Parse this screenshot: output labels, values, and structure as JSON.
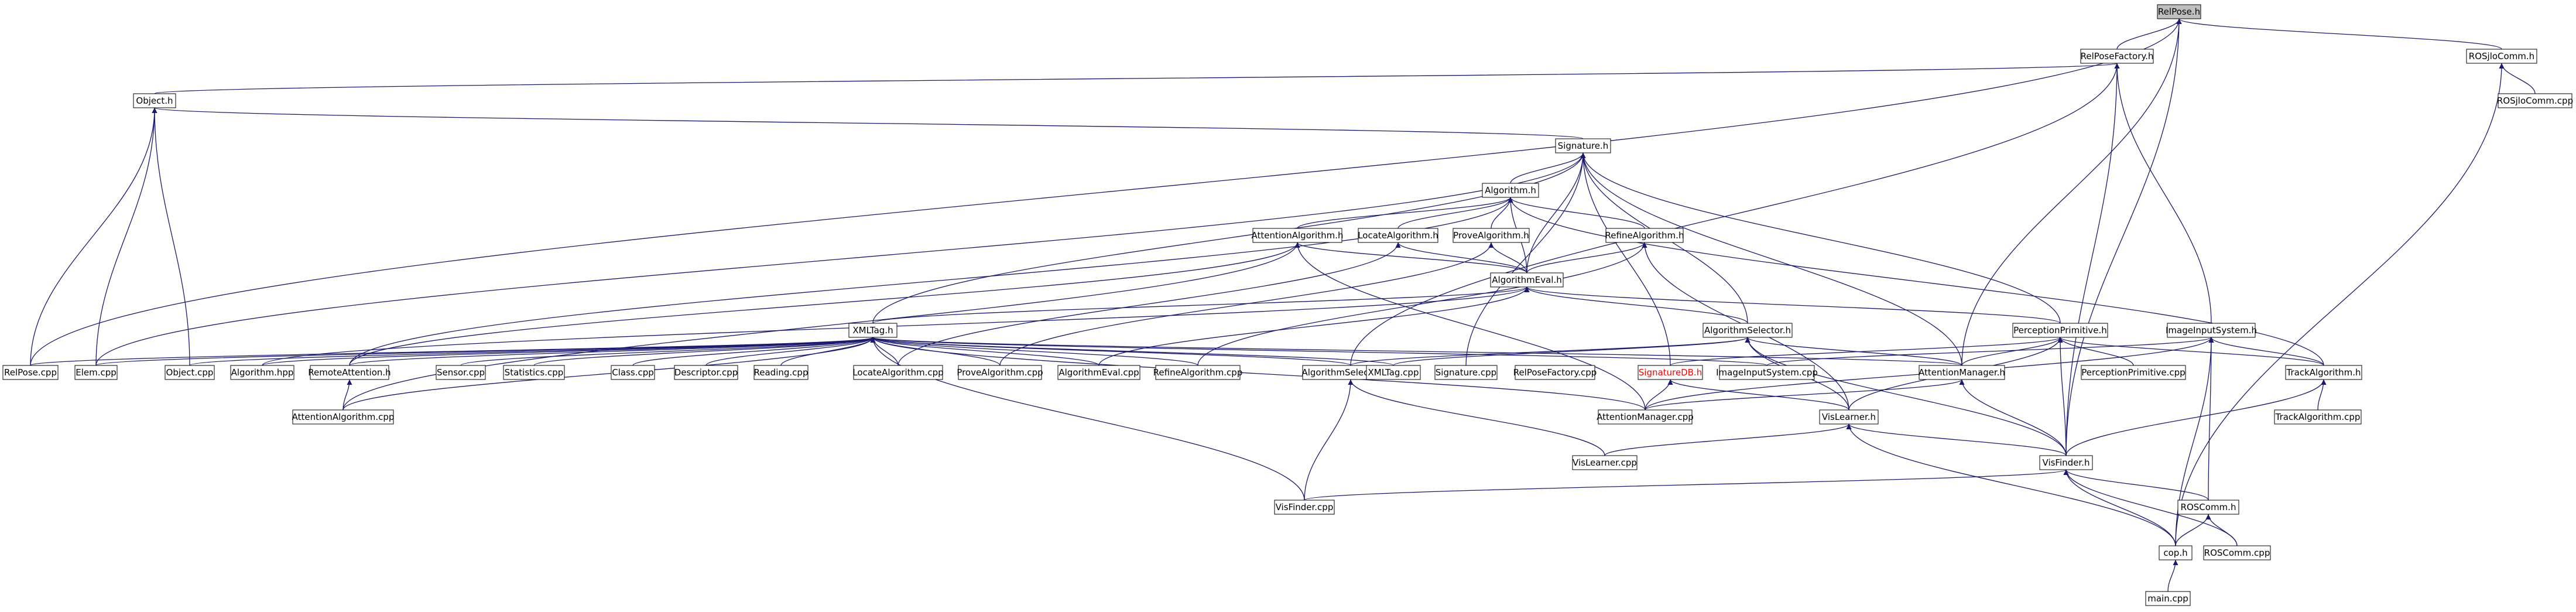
{
  "colors": {
    "edge": "#191970",
    "node_border": "#000000",
    "node_fill": "#ffffff",
    "root_fill": "#bfbfbf",
    "node_text": "#000000",
    "red_text": "#ff0000"
  },
  "nodes": [
    {
      "id": "RelPose.h",
      "label": "RelPose.h",
      "root": true
    },
    {
      "id": "RelPoseFactory.h",
      "label": "RelPoseFactory.h"
    },
    {
      "id": "ROSjloComm.h",
      "label": "ROSjloComm.h"
    },
    {
      "id": "ROSjloComm.cpp",
      "label": "ROSjloComm.cpp"
    },
    {
      "id": "Object.h",
      "label": "Object.h"
    },
    {
      "id": "Signature.h",
      "label": "Signature.h"
    },
    {
      "id": "Algorithm.h",
      "label": "Algorithm.h"
    },
    {
      "id": "AttentionAlgorithm.h",
      "label": "AttentionAlgorithm.h"
    },
    {
      "id": "LocateAlgorithm.h",
      "label": "LocateAlgorithm.h"
    },
    {
      "id": "ProveAlgorithm.h",
      "label": "ProveAlgorithm.h"
    },
    {
      "id": "RefineAlgorithm.h",
      "label": "RefineAlgorithm.h"
    },
    {
      "id": "AlgorithmEval.h",
      "label": "AlgorithmEval.h"
    },
    {
      "id": "XMLTag.h",
      "label": "XMLTag.h"
    },
    {
      "id": "AlgorithmSelector.h",
      "label": "AlgorithmSelector.h"
    },
    {
      "id": "PerceptionPrimitive.h",
      "label": "PerceptionPrimitive.h"
    },
    {
      "id": "ImageInputSystem.h",
      "label": "ImageInputSystem.h"
    },
    {
      "id": "RelPose.cpp",
      "label": "RelPose.cpp"
    },
    {
      "id": "Elem.cpp",
      "label": "Elem.cpp"
    },
    {
      "id": "Object.cpp",
      "label": "Object.cpp"
    },
    {
      "id": "Algorithm.hpp",
      "label": "Algorithm.hpp"
    },
    {
      "id": "RemoteAttention.h",
      "label": "RemoteAttention.h"
    },
    {
      "id": "Sensor.cpp",
      "label": "Sensor.cpp"
    },
    {
      "id": "Statistics.cpp",
      "label": "Statistics.cpp"
    },
    {
      "id": "Class.cpp",
      "label": "Class.cpp"
    },
    {
      "id": "Descriptor.cpp",
      "label": "Descriptor.cpp"
    },
    {
      "id": "Reading.cpp",
      "label": "Reading.cpp"
    },
    {
      "id": "LocateAlgorithm.cpp",
      "label": "LocateAlgorithm.cpp"
    },
    {
      "id": "ProveAlgorithm.cpp",
      "label": "ProveAlgorithm.cpp"
    },
    {
      "id": "AlgorithmEval.cpp",
      "label": "AlgorithmEval.cpp"
    },
    {
      "id": "RefineAlgorithm.cpp",
      "label": "RefineAlgorithm.cpp"
    },
    {
      "id": "AlgorithmSelector.hpp",
      "label": "AlgorithmSelector.hpp"
    },
    {
      "id": "XMLTag.cpp",
      "label": "XMLTag.cpp"
    },
    {
      "id": "Signature.cpp",
      "label": "Signature.cpp"
    },
    {
      "id": "RelPoseFactory.cpp",
      "label": "RelPoseFactory.cpp"
    },
    {
      "id": "SignatureDB.h",
      "label": "SignatureDB.h",
      "red": true
    },
    {
      "id": "ImageInputSystem.cpp",
      "label": "ImageInputSystem.cpp"
    },
    {
      "id": "AttentionManager.h",
      "label": "AttentionManager.h"
    },
    {
      "id": "PerceptionPrimitive.cpp",
      "label": "PerceptionPrimitive.cpp"
    },
    {
      "id": "TrackAlgorithm.h",
      "label": "TrackAlgorithm.h"
    },
    {
      "id": "AttentionAlgorithm.cpp",
      "label": "AttentionAlgorithm.cpp"
    },
    {
      "id": "AttentionManager.cpp",
      "label": "AttentionManager.cpp"
    },
    {
      "id": "VisLearner.h",
      "label": "VisLearner.h"
    },
    {
      "id": "TrackAlgorithm.cpp",
      "label": "TrackAlgorithm.cpp"
    },
    {
      "id": "VisLearner.cpp",
      "label": "VisLearner.cpp"
    },
    {
      "id": "VisFinder.h",
      "label": "VisFinder.h"
    },
    {
      "id": "VisFinder.cpp",
      "label": "VisFinder.cpp"
    },
    {
      "id": "ROSComm.h",
      "label": "ROSComm.h"
    },
    {
      "id": "cop.h",
      "label": "cop.h"
    },
    {
      "id": "ROSComm.cpp",
      "label": "ROSComm.cpp"
    },
    {
      "id": "main.cpp",
      "label": "main.cpp"
    }
  ],
  "edges": [
    [
      "RelPose.h",
      "RelPoseFactory.h"
    ],
    [
      "RelPose.h",
      "ROSjloComm.h"
    ],
    [
      "RelPose.h",
      "RelPose.cpp"
    ],
    [
      "RelPose.h",
      "AttentionManager.h"
    ],
    [
      "RelPose.h",
      "VisFinder.h"
    ],
    [
      "ROSjloComm.h",
      "ROSjloComm.cpp"
    ],
    [
      "ROSjloComm.h",
      "cop.h"
    ],
    [
      "RelPoseFactory.h",
      "Object.h"
    ],
    [
      "RelPoseFactory.h",
      "ImageInputSystem.h"
    ],
    [
      "RelPoseFactory.h",
      "VisFinder.h"
    ],
    [
      "RelPoseFactory.h",
      "AlgorithmSelector.hpp"
    ],
    [
      "Object.h",
      "RelPose.cpp"
    ],
    [
      "Object.h",
      "Elem.cpp"
    ],
    [
      "Object.h",
      "Object.cpp"
    ],
    [
      "Object.h",
      "Signature.h"
    ],
    [
      "Signature.h",
      "Algorithm.h"
    ],
    [
      "Signature.h",
      "XMLTag.h"
    ],
    [
      "Signature.h",
      "AlgorithmEval.h"
    ],
    [
      "Signature.h",
      "AlgorithmSelector.h"
    ],
    [
      "Signature.h",
      "PerceptionPrimitive.h"
    ],
    [
      "Signature.h",
      "AttentionManager.h"
    ],
    [
      "Signature.h",
      "Elem.cpp"
    ],
    [
      "Signature.h",
      "SignatureDB.h"
    ],
    [
      "Signature.h",
      "Signature.cpp"
    ],
    [
      "Algorithm.h",
      "AttentionAlgorithm.h"
    ],
    [
      "Algorithm.h",
      "LocateAlgorithm.h"
    ],
    [
      "Algorithm.h",
      "ProveAlgorithm.h"
    ],
    [
      "Algorithm.h",
      "RefineAlgorithm.h"
    ],
    [
      "Algorithm.h",
      "AlgorithmEval.h"
    ],
    [
      "Algorithm.h",
      "TrackAlgorithm.h"
    ],
    [
      "Algorithm.h",
      "RemoteAttention.h"
    ],
    [
      "AttentionAlgorithm.h",
      "AlgorithmEval.h"
    ],
    [
      "AttentionAlgorithm.h",
      "AttentionAlgorithm.cpp"
    ],
    [
      "AttentionAlgorithm.h",
      "AttentionManager.cpp"
    ],
    [
      "AttentionAlgorithm.h",
      "RemoteAttention.h"
    ],
    [
      "LocateAlgorithm.h",
      "AlgorithmEval.h"
    ],
    [
      "LocateAlgorithm.h",
      "LocateAlgorithm.cpp"
    ],
    [
      "ProveAlgorithm.h",
      "AlgorithmEval.h"
    ],
    [
      "ProveAlgorithm.h",
      "ProveAlgorithm.cpp"
    ],
    [
      "RefineAlgorithm.h",
      "AlgorithmEval.h"
    ],
    [
      "RefineAlgorithm.h",
      "RefineAlgorithm.cpp"
    ],
    [
      "RefineAlgorithm.h",
      "VisLearner.h"
    ],
    [
      "AlgorithmEval.h",
      "XMLTag.h"
    ],
    [
      "AlgorithmEval.h",
      "AlgorithmSelector.h"
    ],
    [
      "AlgorithmEval.h",
      "PerceptionPrimitive.h"
    ],
    [
      "AlgorithmEval.h",
      "AlgorithmEval.cpp"
    ],
    [
      "AlgorithmEval.h",
      "Algorithm.hpp"
    ],
    [
      "XMLTag.h",
      "RelPose.cpp"
    ],
    [
      "XMLTag.h",
      "Elem.cpp"
    ],
    [
      "XMLTag.h",
      "Object.cpp"
    ],
    [
      "XMLTag.h",
      "Algorithm.hpp"
    ],
    [
      "XMLTag.h",
      "RemoteAttention.h"
    ],
    [
      "XMLTag.h",
      "Sensor.cpp"
    ],
    [
      "XMLTag.h",
      "Statistics.cpp"
    ],
    [
      "XMLTag.h",
      "Class.cpp"
    ],
    [
      "XMLTag.h",
      "Descriptor.cpp"
    ],
    [
      "XMLTag.h",
      "Reading.cpp"
    ],
    [
      "XMLTag.h",
      "LocateAlgorithm.cpp"
    ],
    [
      "XMLTag.h",
      "ProveAlgorithm.cpp"
    ],
    [
      "XMLTag.h",
      "AlgorithmEval.cpp"
    ],
    [
      "XMLTag.h",
      "RefineAlgorithm.cpp"
    ],
    [
      "XMLTag.h",
      "AlgorithmSelector.hpp"
    ],
    [
      "XMLTag.h",
      "XMLTag.cpp"
    ],
    [
      "XMLTag.h",
      "ImageInputSystem.cpp"
    ],
    [
      "XMLTag.h",
      "AttentionManager.h"
    ],
    [
      "XMLTag.h",
      "AttentionAlgorithm.cpp"
    ],
    [
      "XMLTag.h",
      "AttentionManager.cpp"
    ],
    [
      "XMLTag.h",
      "VisFinder.cpp"
    ],
    [
      "AlgorithmSelector.h",
      "AlgorithmSelector.hpp"
    ],
    [
      "AlgorithmSelector.h",
      "XMLTag.cpp"
    ],
    [
      "AlgorithmSelector.h",
      "AttentionManager.h"
    ],
    [
      "AlgorithmSelector.h",
      "VisLearner.h"
    ],
    [
      "AlgorithmSelector.h",
      "VisFinder.h"
    ],
    [
      "PerceptionPrimitive.h",
      "SignatureDB.h"
    ],
    [
      "PerceptionPrimitive.h",
      "AttentionManager.h"
    ],
    [
      "PerceptionPrimitive.h",
      "PerceptionPrimitive.cpp"
    ],
    [
      "PerceptionPrimitive.h",
      "TrackAlgorithm.h"
    ],
    [
      "PerceptionPrimitive.h",
      "VisLearner.h"
    ],
    [
      "PerceptionPrimitive.h",
      "VisFinder.h"
    ],
    [
      "ImageInputSystem.h",
      "ImageInputSystem.cpp"
    ],
    [
      "ImageInputSystem.h",
      "TrackAlgorithm.h"
    ],
    [
      "ImageInputSystem.h",
      "AttentionManager.cpp"
    ],
    [
      "ImageInputSystem.h",
      "ROSComm.h"
    ],
    [
      "ImageInputSystem.h",
      "cop.h"
    ],
    [
      "RemoteAttention.h",
      "AttentionAlgorithm.cpp"
    ],
    [
      "SignatureDB.h",
      "AttentionManager.cpp"
    ],
    [
      "SignatureDB.h",
      "VisLearner.h"
    ],
    [
      "AttentionManager.h",
      "AttentionManager.cpp"
    ],
    [
      "AttentionManager.h",
      "VisFinder.h"
    ],
    [
      "AlgorithmSelector.hpp",
      "VisFinder.cpp"
    ],
    [
      "AlgorithmSelector.hpp",
      "VisLearner.cpp"
    ],
    [
      "TrackAlgorithm.h",
      "TrackAlgorithm.cpp"
    ],
    [
      "TrackAlgorithm.h",
      "VisFinder.h"
    ],
    [
      "VisLearner.h",
      "VisLearner.cpp"
    ],
    [
      "VisLearner.h",
      "VisFinder.h"
    ],
    [
      "VisLearner.h",
      "cop.h"
    ],
    [
      "VisFinder.h",
      "VisFinder.cpp"
    ],
    [
      "VisFinder.h",
      "ROSComm.h"
    ],
    [
      "VisFinder.h",
      "cop.h"
    ],
    [
      "VisFinder.h",
      "ROSComm.cpp"
    ],
    [
      "ROSComm.h",
      "cop.h"
    ],
    [
      "ROSComm.h",
      "ROSComm.cpp"
    ],
    [
      "cop.h",
      "main.cpp"
    ]
  ]
}
